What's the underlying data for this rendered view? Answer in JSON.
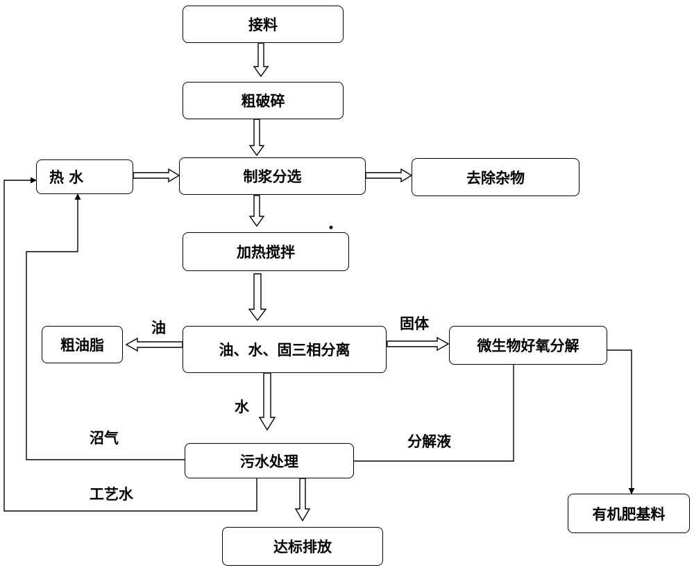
{
  "nodes": {
    "receiving": "接料",
    "coarse_crushing": "粗破碎",
    "hot_water": "热 水",
    "pulping_sorting": "制浆分选",
    "remove_impurities": "去除杂物",
    "heating_stirring": "加热搅拌",
    "crude_fat": "粗油脂",
    "three_phase_separation": "油、水、固三相分离",
    "aerobic_decomposition": "微生物好氧分解",
    "wastewater_treatment": "污水处理",
    "discharge": "达标排放",
    "fertilizer_base": "有机肥基料"
  },
  "edge_labels": {
    "oil": "油",
    "solid": "固体",
    "water": "水",
    "biogas": "沼气",
    "decomposition_liquid": "分解液",
    "process_water": "工艺水"
  }
}
